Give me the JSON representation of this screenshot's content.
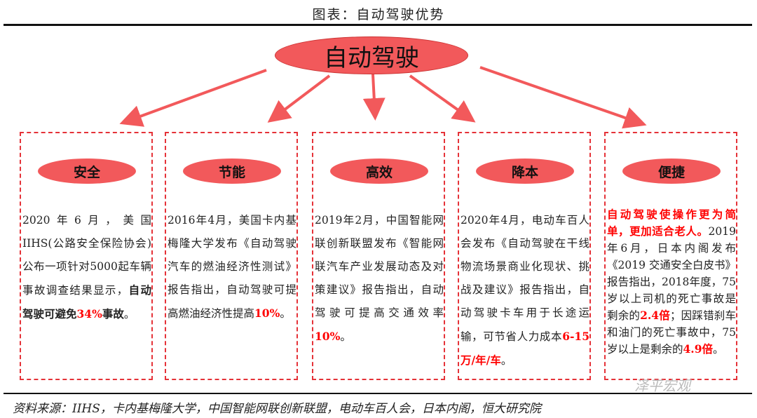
{
  "title": "图表：自动驾驶优势",
  "center": "自动驾驶",
  "accent": "#f2595b",
  "boxes": [
    {
      "label": "安全",
      "segments": [
        {
          "t": "2020年6月，美国IIHS(公路安全保险协会)公布一项针对5000起车辆事故调查结果显示，"
        },
        {
          "t": "自动驾驶可避免",
          "s": "b"
        },
        {
          "t": "34%",
          "s": "r"
        },
        {
          "t": "事故",
          "s": "b"
        },
        {
          "t": "。"
        }
      ]
    },
    {
      "label": "节能",
      "segments": [
        {
          "t": "2016年4月，美国卡内基梅隆大学发布《自动驾驶汽车的燃油经济性测试》报告指出，自动驾驶可提高燃油经济性提高"
        },
        {
          "t": "10%",
          "s": "r"
        },
        {
          "t": "。"
        }
      ]
    },
    {
      "label": "高效",
      "segments": [
        {
          "t": "2019年2月，中国智能网联创新联盟发布《智能网联汽车产业发展动态及对策建议》报告指出，自动驾驶可提高交通效率"
        },
        {
          "t": "10%",
          "s": "r"
        },
        {
          "t": "。"
        }
      ]
    },
    {
      "label": "降本",
      "segments": [
        {
          "t": "2020年4月，电动车百人会发布《自动驾驶在干线物流场景商业化现状、挑战及建议》报告指出，自动驾驶卡车用于长途运输，可节省人力成本"
        },
        {
          "t": "6-15万/年/车",
          "s": "r"
        },
        {
          "t": "。"
        }
      ]
    },
    {
      "label": "便捷",
      "segments": [
        {
          "t": "自动驾驶使操作更为简单，更加适合老人。",
          "s": "r"
        },
        {
          "t": "2019年6月，日本内阁发布《2019 交通安全白皮书》报告指出，2018年度，75岁以上司机的死亡事故是剩余的"
        },
        {
          "t": "2.4倍",
          "s": "r"
        },
        {
          "t": "；因踩错刹车和油门的死亡事故中，75岁以上是剩余的"
        },
        {
          "t": "4.9倍",
          "s": "r"
        },
        {
          "t": "。"
        }
      ]
    }
  ],
  "watermark": "泽平宏观",
  "source": "资料来源：IIHS，卡内基梅隆大学，中国智能网联创新联盟，电动车百人会，日本内阁，恒大研究院"
}
